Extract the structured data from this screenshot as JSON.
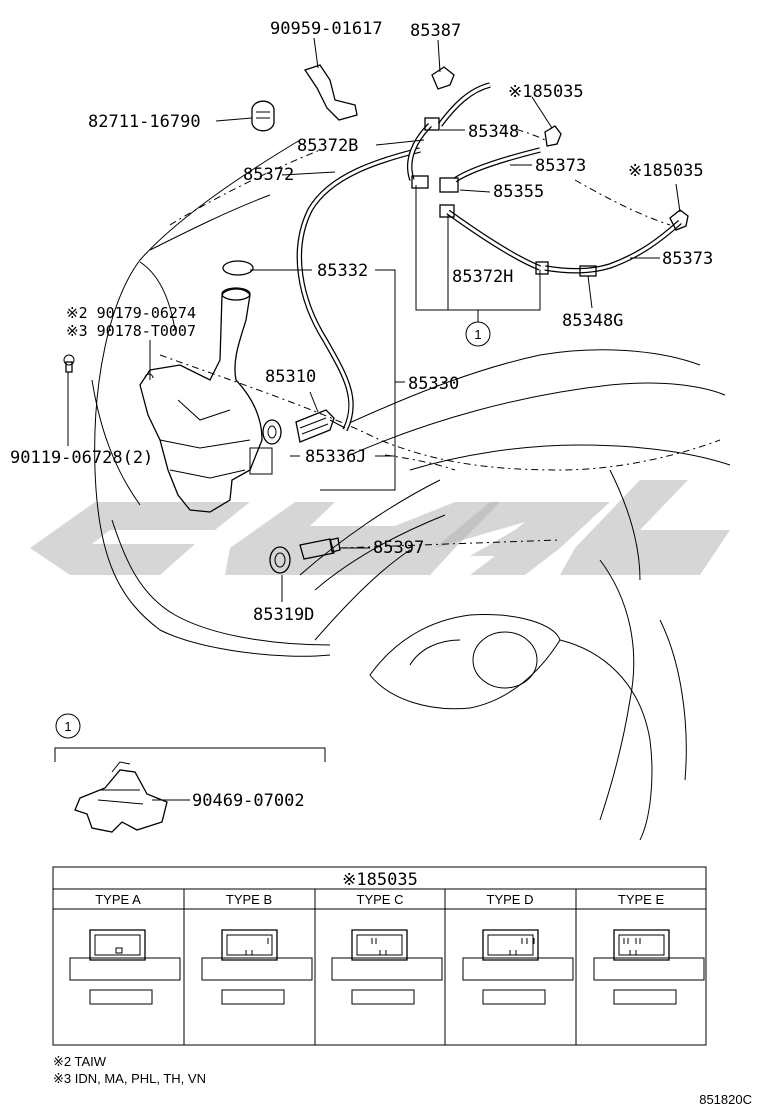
{
  "parts": {
    "p90959": "90959-01617",
    "p85387": "85387",
    "p82711": "82711-16790",
    "p85035_a": "※185035",
    "p85348": "85348",
    "p85372B": "85372B",
    "p85373_a": "85373",
    "p85372": "85372",
    "p85355": "85355",
    "p85035_b": "※185035",
    "p85332": "85332",
    "p85372H": "85372H",
    "p85373_b": "85373",
    "p90179": "※2 90179-06274",
    "p90178": "※3 90178-T0007",
    "p85348G": "85348G",
    "p85310": "85310",
    "p85330": "85330",
    "p90119": "90119-06728(2)",
    "p85336J": "85336J",
    "p85397": "85397",
    "p85319D": "85319D",
    "p90469": "90469-07002"
  },
  "callout": {
    "ref_top": "1",
    "ref_detail": "1"
  },
  "type_table": {
    "header": "※185035",
    "types": [
      "TYPE A",
      "TYPE B",
      "TYPE C",
      "TYPE D",
      "TYPE E"
    ]
  },
  "notes": {
    "note2": "※2 TAIW",
    "note3": "※3 IDN, MA, PHL, TH, VN"
  },
  "drawing_code": "851820C"
}
